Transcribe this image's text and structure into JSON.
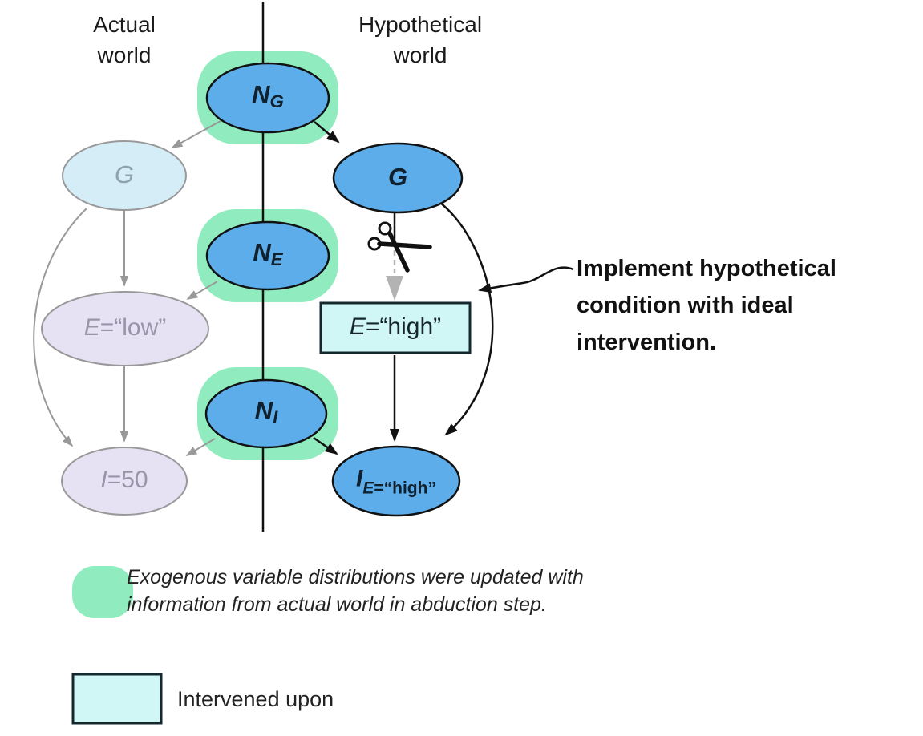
{
  "headers": {
    "actual": {
      "line1": "Actual",
      "line2": "world"
    },
    "hypothetical": {
      "line1": "Hypothetical",
      "line2": "world"
    }
  },
  "nodes": {
    "n_g": {
      "main": "N",
      "sub": "G"
    },
    "n_e": {
      "main": "N",
      "sub": "E"
    },
    "n_i": {
      "main": "N",
      "sub": "I"
    },
    "g_actual": {
      "main": "G"
    },
    "e_actual": {
      "var": "E",
      "value": "=“low”"
    },
    "i_actual": {
      "var": "I",
      "value": "=50"
    },
    "g_hyp": {
      "main": "G"
    },
    "e_hyp": {
      "var": "E",
      "value": "=“high”"
    },
    "i_hyp": {
      "main": "I",
      "sub_var": "E",
      "sub_value": "=“high”"
    }
  },
  "annotation": {
    "line1": "Implement hypothetical",
    "line2": "condition with ideal",
    "line3": "intervention."
  },
  "legend": {
    "abduction": {
      "line1": "Exogenous variable distributions were updated with",
      "line2": "information from actual world in abduction step."
    },
    "intervened": {
      "label": "Intervened upon"
    }
  },
  "colors": {
    "node_blue": "#5cadea",
    "glow_green": "#90ecbe",
    "faded_blue": "#d5edf7",
    "faded_purple": "#e7e1f4",
    "intervention_cyan": "#d0f6f6",
    "gray_edge": "#999999",
    "black_edge": "#111111"
  }
}
